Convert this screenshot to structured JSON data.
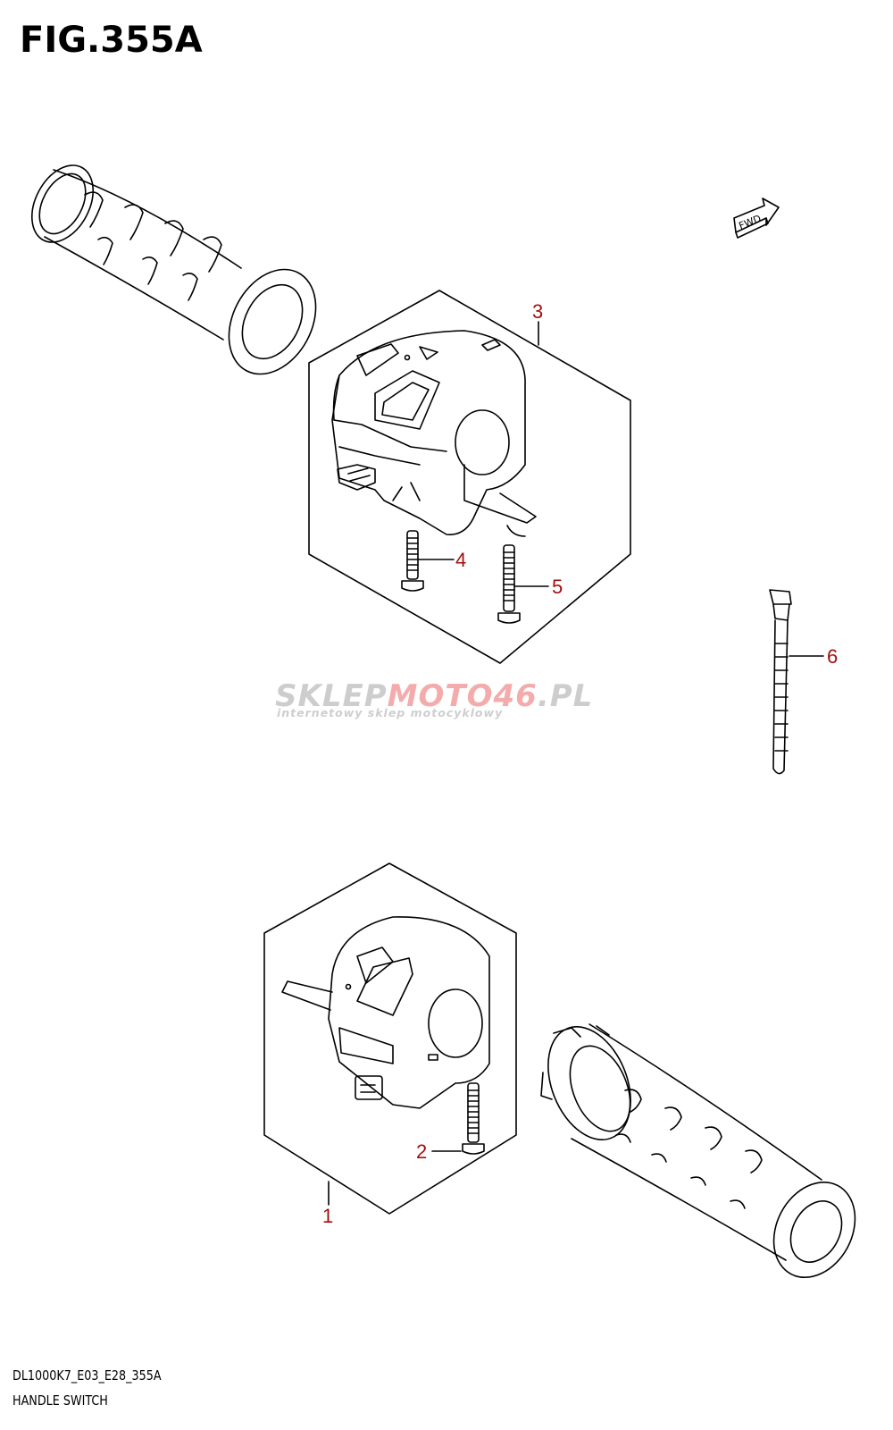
{
  "figure": {
    "title": "FIG.355A",
    "code": "DL1000K7_E03_E28_355A",
    "name": "HANDLE SWITCH"
  },
  "callouts": [
    {
      "id": "1",
      "label": "1"
    },
    {
      "id": "2",
      "label": "2"
    },
    {
      "id": "3",
      "label": "3"
    },
    {
      "id": "4",
      "label": "4"
    },
    {
      "id": "5",
      "label": "5"
    },
    {
      "id": "6",
      "label": "6"
    }
  ],
  "direction_badge": "FWD",
  "watermark": {
    "brand_part1": "SKLEP",
    "brand_part2": "MOTO",
    "brand_part3": "46",
    "brand_part4": ".PL",
    "tagline": "internetowy sklep motocyklowy"
  },
  "colors": {
    "callout_text": "#a01010",
    "line": "#000000",
    "watermark_gray": "#c8c8c8",
    "watermark_red": "#f3a3a3"
  }
}
